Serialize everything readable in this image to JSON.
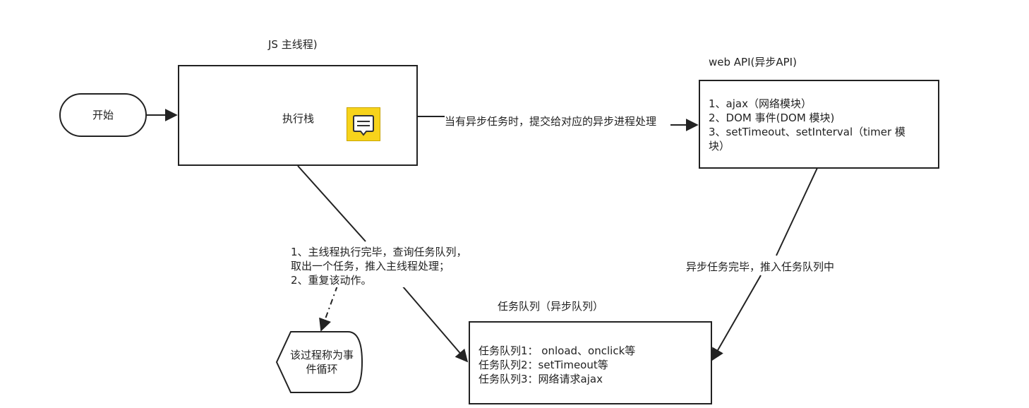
{
  "start": {
    "label": "开始"
  },
  "main_thread": {
    "title": "JS 主线程)",
    "stack_label": "执行栈"
  },
  "web_api": {
    "title": "web API(异步API)",
    "lines": [
      "1、ajax（网络模块）",
      "2、DOM 事件(DOM 模块)",
      "3、setTimeout、setInterval（timer 模",
      "块）"
    ]
  },
  "queue": {
    "title": "任务队列（异步队列）",
    "lines": [
      "任务队列1： onload、onclick等",
      "任务队列2：setTimeout等",
      "任务队列3：网络请求ajax"
    ]
  },
  "event_loop": {
    "lines": [
      "该过程称为事",
      "件循环"
    ]
  },
  "labels": {
    "submit_async": "当有异步任务时，提交给对应的异步进程处理",
    "async_done": "异步任务完毕，推入任务队列中",
    "loop_note": [
      "1、主线程执行完毕，查询任务队列，",
      "取出一个任务，推入主线程处理；",
      "2、重复该动作。"
    ]
  },
  "colors": {
    "stroke": "#222222",
    "note_icon_fill": "#f7d31b",
    "note_icon_border": "#c9a400"
  },
  "icons": {
    "note": "comment-note-icon"
  }
}
